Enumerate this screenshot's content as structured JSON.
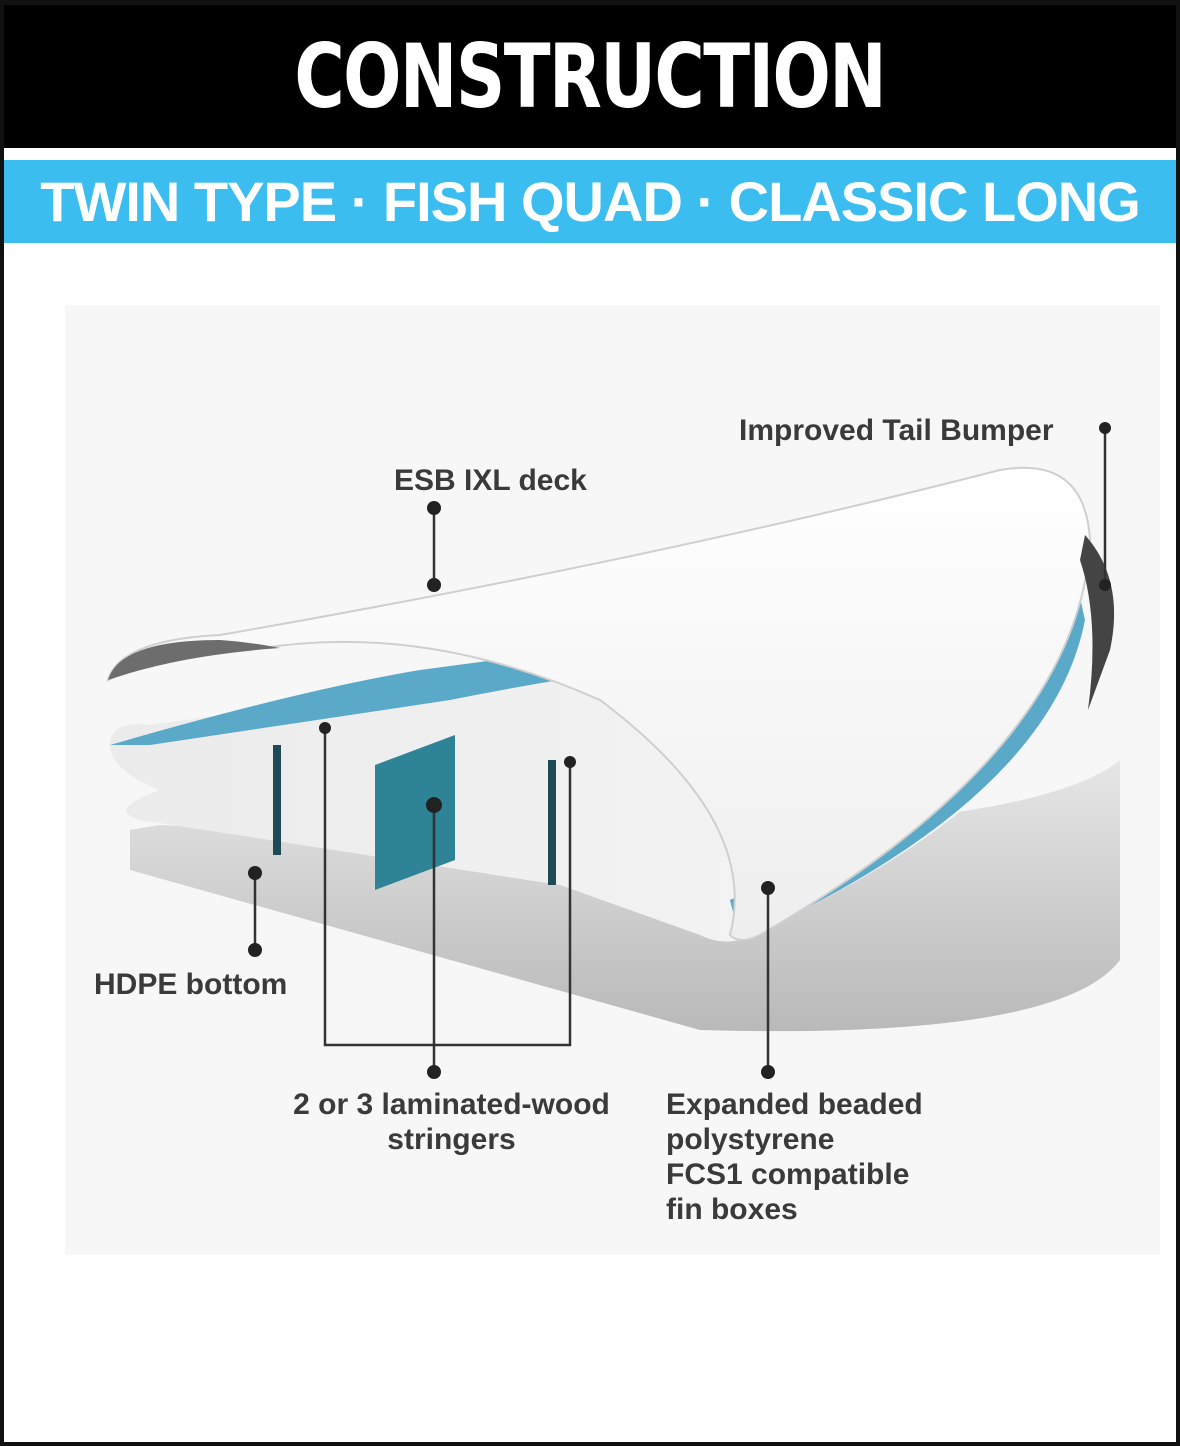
{
  "header": {
    "title": "CONSTRUCTION"
  },
  "subtitle": {
    "text": "TWIN TYPE · FISH QUAD · CLASSIC LONG"
  },
  "colors": {
    "header_bg": "#000000",
    "accent_blue": "#3bbdf0",
    "foam_blue": "#5aa9c9",
    "stringer_teal": "#2f8397"
  },
  "diagram": {
    "labels": {
      "tail_bumper": "Improved Tail Bumper",
      "deck": "ESB IXL deck",
      "bottom": "HDPE bottom",
      "stringers_line1": "2 or 3 laminated-wood",
      "stringers_line2": "stringers",
      "core_line1": "Expanded beaded",
      "core_line2": "polystyrene",
      "core_line3": "FCS1 compatible",
      "core_line4": "fin boxes"
    }
  }
}
